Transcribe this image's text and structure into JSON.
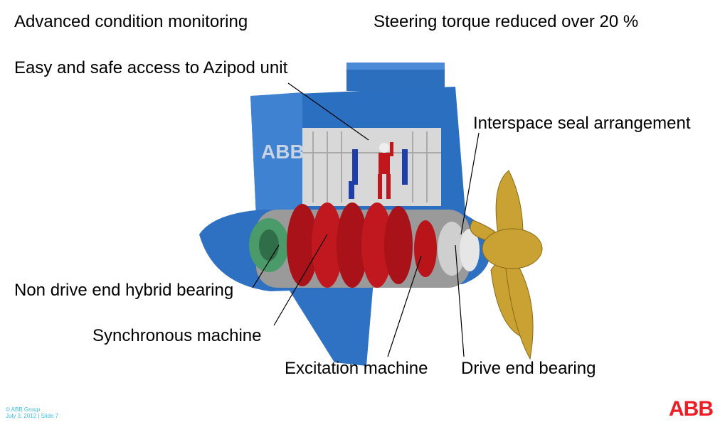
{
  "slide": {
    "headline_left": "Advanced condition monitoring",
    "headline_right": "Steering torque reduced  over 20 %",
    "callouts": {
      "access": "Easy and safe access to Azipod unit",
      "interspace_seal": "Interspace seal arrangement",
      "non_drive_bearing": "Non drive end hybrid bearing",
      "synchronous_machine": "Synchronous machine",
      "excitation_machine": "Excitation machine",
      "drive_end_bearing": "Drive end bearing"
    },
    "strut_logo": "ABB"
  },
  "footer": {
    "copyright": "© ABB Group",
    "date_slide": "July 3, 2012 | Slide 7",
    "logo": "ABB"
  },
  "colors": {
    "hull_blue": "#2b6fc0",
    "rotor_red": "#b0141a",
    "propeller_gold": "#c9a233",
    "bearing_green": "#4a9a6a",
    "footer_text": "#3cc0f0",
    "logo_red": "#ee1c25"
  }
}
